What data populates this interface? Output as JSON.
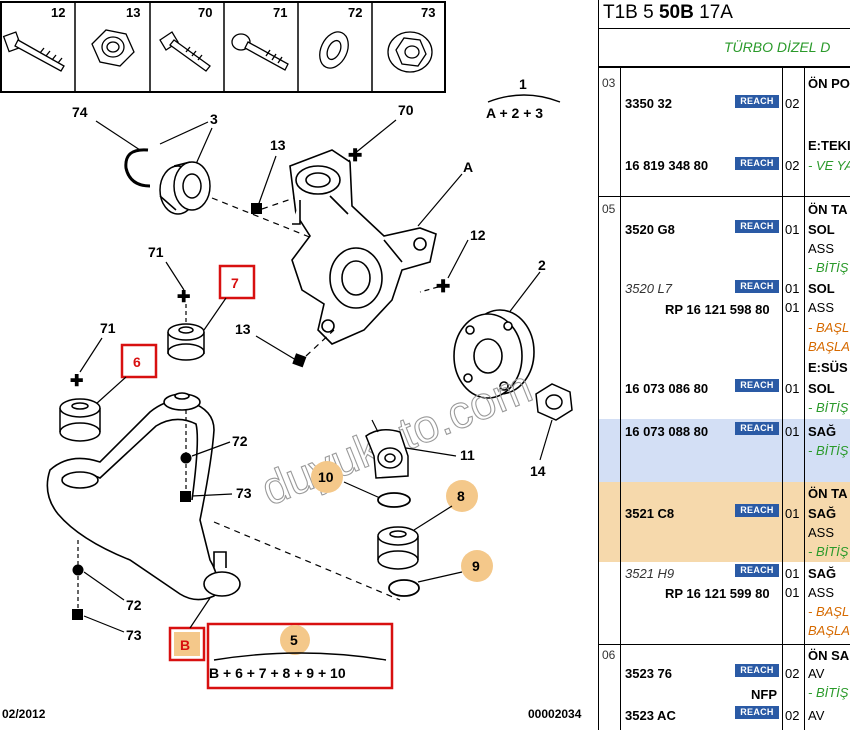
{
  "diagram": {
    "header_boxes": [
      "12",
      "13",
      "70",
      "71",
      "72",
      "73"
    ],
    "labels": {
      "n74": "74",
      "n3": "3",
      "n70": "70",
      "n1": "1",
      "n_formula1": "A + 2 + 3",
      "n13a": "13",
      "nA": "A",
      "n12": "12",
      "n71a": "71",
      "n7": "7",
      "n2": "2",
      "n13b": "13",
      "n71b": "71",
      "n6": "6",
      "n72a": "72",
      "n73a": "73",
      "n11": "11",
      "n14": "14",
      "n10": "10",
      "n8": "8",
      "n9": "9",
      "n72b": "72",
      "n73b": "73",
      "nB": "B",
      "n5": "5",
      "n_formula5": "B + 6 + 7 + 8 + 9 + 10"
    },
    "date": "02/2012",
    "ref": "00002034",
    "watermark": "duyukoto.com"
  },
  "catalog": {
    "title_a": "T1B 5 ",
    "title_b": "50B",
    "title_c": " 17A",
    "subtitle": "TÜRBO DİZEL D",
    "rows": [
      {
        "group": "03",
        "pn": "3350 32",
        "badge": "REACH",
        "qty": "02",
        "desc": "ÖN PO"
      },
      {
        "desc": "E:TEKI"
      },
      {
        "pn": "16 819 348 80",
        "badge": "REACH",
        "qty": "02",
        "desc": "- VE YA"
      },
      {
        "group": "05",
        "desc": "ÖN TA"
      },
      {
        "pn": "3520 G8",
        "badge": "REACH",
        "qty": "01",
        "desc": "SOL"
      },
      {
        "desc": "ASS"
      },
      {
        "desc": "- BİTİŞ"
      },
      {
        "pn": "3520 L7",
        "badge": "REACH",
        "qty": "01",
        "desc": "SOL"
      },
      {
        "pn": "RP 16 121 598 80",
        "qty": "01",
        "desc": "ASS"
      },
      {
        "desc": "- BAŞL"
      },
      {
        "desc": "BAŞLA"
      },
      {
        "desc": "E:SÜS"
      },
      {
        "pn": "16 073 086 80",
        "badge": "REACH",
        "qty": "01",
        "desc": "SOL"
      },
      {
        "desc": "- BİTİŞ"
      },
      {
        "pn": "16 073 088 80",
        "badge": "REACH",
        "qty": "01",
        "desc": "SAĞ"
      },
      {
        "desc": "- BİTİŞ"
      },
      {
        "desc": "ÖN TA"
      },
      {
        "pn": "3521 C8",
        "badge": "REACH",
        "qty": "01",
        "desc": "SAĞ"
      },
      {
        "desc": "ASS"
      },
      {
        "desc": "- BİTİŞ"
      },
      {
        "pn": "3521 H9",
        "badge": "REACH",
        "qty": "01",
        "desc": "SAĞ"
      },
      {
        "pn": "RP 16 121 599 80",
        "qty": "01",
        "desc": "ASS"
      },
      {
        "desc": "- BAŞL"
      },
      {
        "desc": "BAŞLA"
      },
      {
        "group": "06",
        "desc": "ÖN SA"
      },
      {
        "pn": "3523 76",
        "badge": "REACH",
        "qty": "02",
        "desc": "AV"
      },
      {
        "note": "NFP",
        "desc": "- BİTİŞ"
      },
      {
        "pn": "3523 AC",
        "badge": "REACH",
        "qty": "02",
        "desc": "AV"
      }
    ]
  }
}
